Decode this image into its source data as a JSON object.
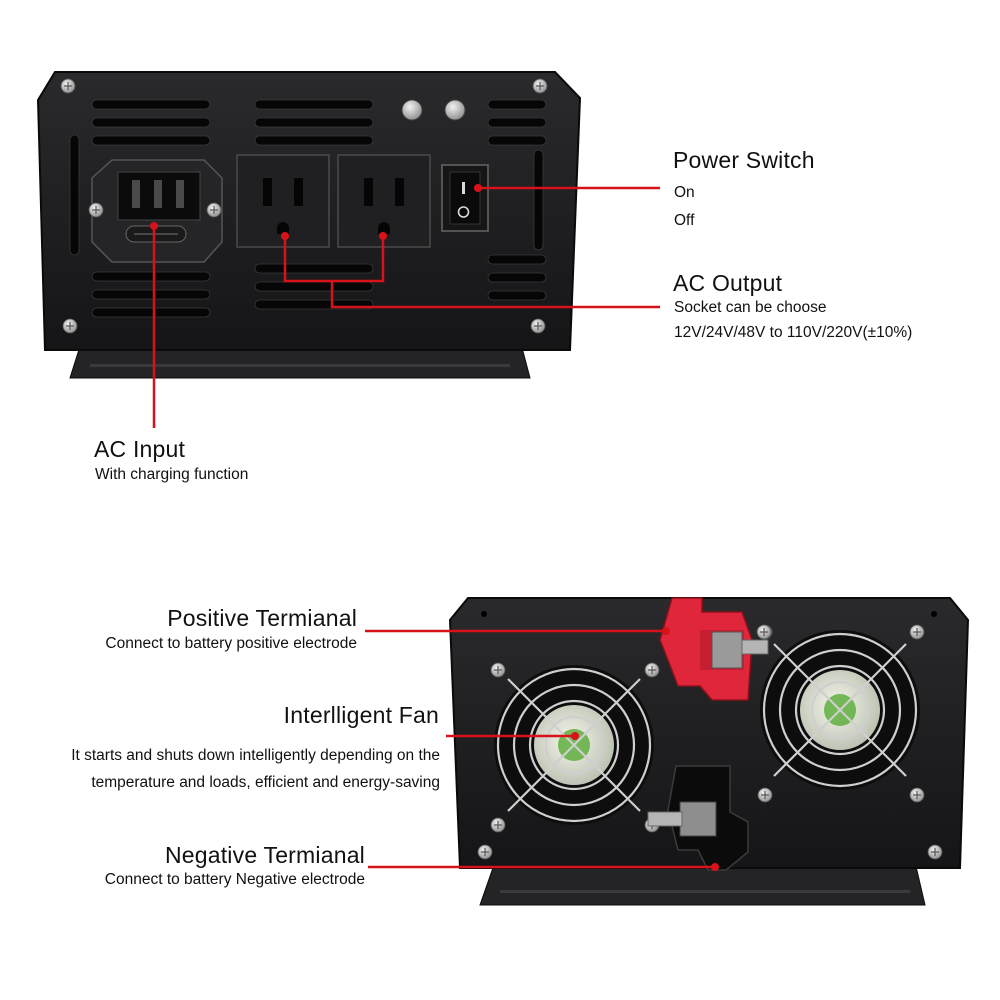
{
  "top_panel": {
    "power_switch": {
      "title": "Power Switch",
      "on": "On",
      "off": "Off"
    },
    "ac_output": {
      "title": "AC Output",
      "line1": "Socket can be choose",
      "line2": "12V/24V/48V to 110V/220V(±10%)"
    },
    "ac_input": {
      "title": "AC Input",
      "sub": "With charging function"
    }
  },
  "bottom_panel": {
    "positive_terminal": {
      "title": "Positive Termianal",
      "sub": "Connect to battery positive electrode"
    },
    "fan": {
      "title": "Interlligent Fan",
      "line1": "It starts and shuts down intelligently depending on the",
      "line2": "temperature and loads, efficient and energy-saving"
    },
    "negative_terminal": {
      "title": "Negative Termianal",
      "sub": "Connect to battery Negative electrode"
    }
  },
  "colors": {
    "leader": "#d8121b",
    "panel": "#1c1c1e",
    "positive_cap": "#e0263a"
  }
}
